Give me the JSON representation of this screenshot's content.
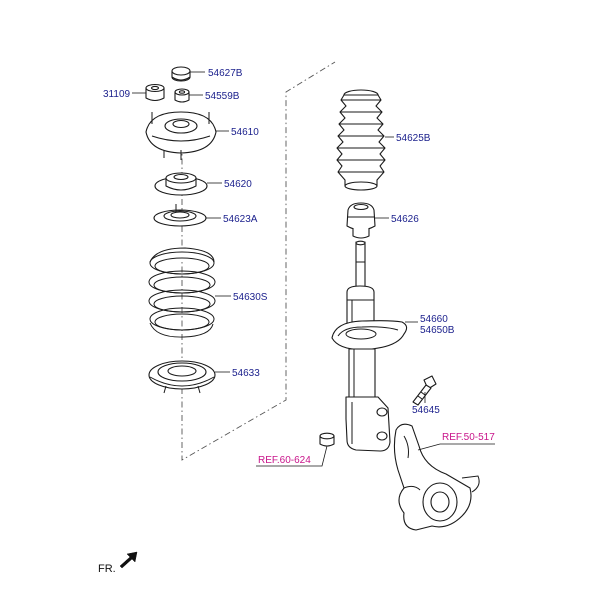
{
  "labels": {
    "p54627b": "54627B",
    "p31109": "31109",
    "p54559b": "54559B",
    "p54610": "54610",
    "p54620": "54620",
    "p54623a": "54623A",
    "p54630s": "54630S",
    "p54633": "54633",
    "p54625b": "54625B",
    "p54626": "54626",
    "p54660": "54660",
    "p54650b": "54650B",
    "p54645": "54645"
  },
  "refs": {
    "ref_left": "REF.60-624",
    "ref_right": "REF.50-517"
  },
  "direction": "FR.",
  "colors": {
    "label": "#1a1f8c",
    "ref": "#c8148a",
    "line": "#1a1a1a"
  }
}
